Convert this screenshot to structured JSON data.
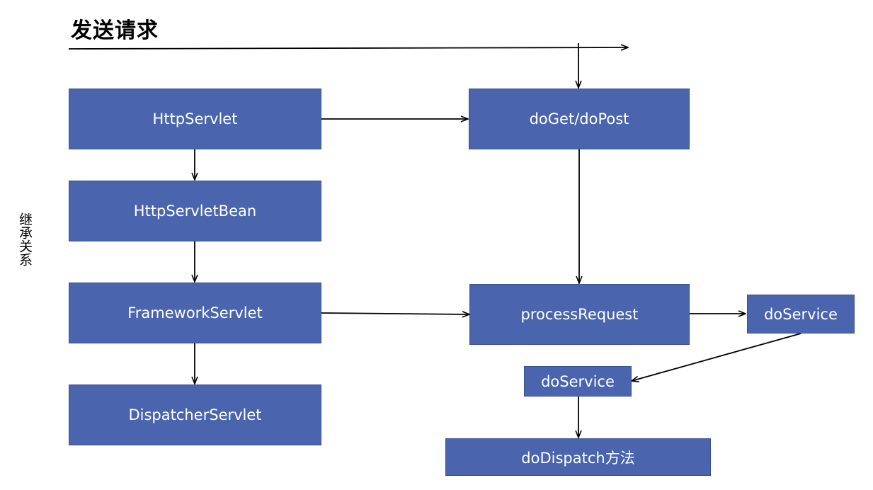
{
  "title": "发送请求",
  "side_label": "继承关系",
  "boxes": {
    "http_servlet": "HttpServlet",
    "http_servlet_bean": "HttpServletBean",
    "framework_servlet": "FrameworkServlet",
    "dispatcher_servlet": "DispatcherServlet",
    "do_get_do_post": "doGet/doPost",
    "process_request": "processRequest",
    "do_service_right": "doService",
    "do_service_left": "doService",
    "do_dispatch": "doDispatch方法"
  },
  "colors": {
    "box_fill": "#4a65ad",
    "box_text": "#ffffff",
    "arrow": "#000000"
  }
}
